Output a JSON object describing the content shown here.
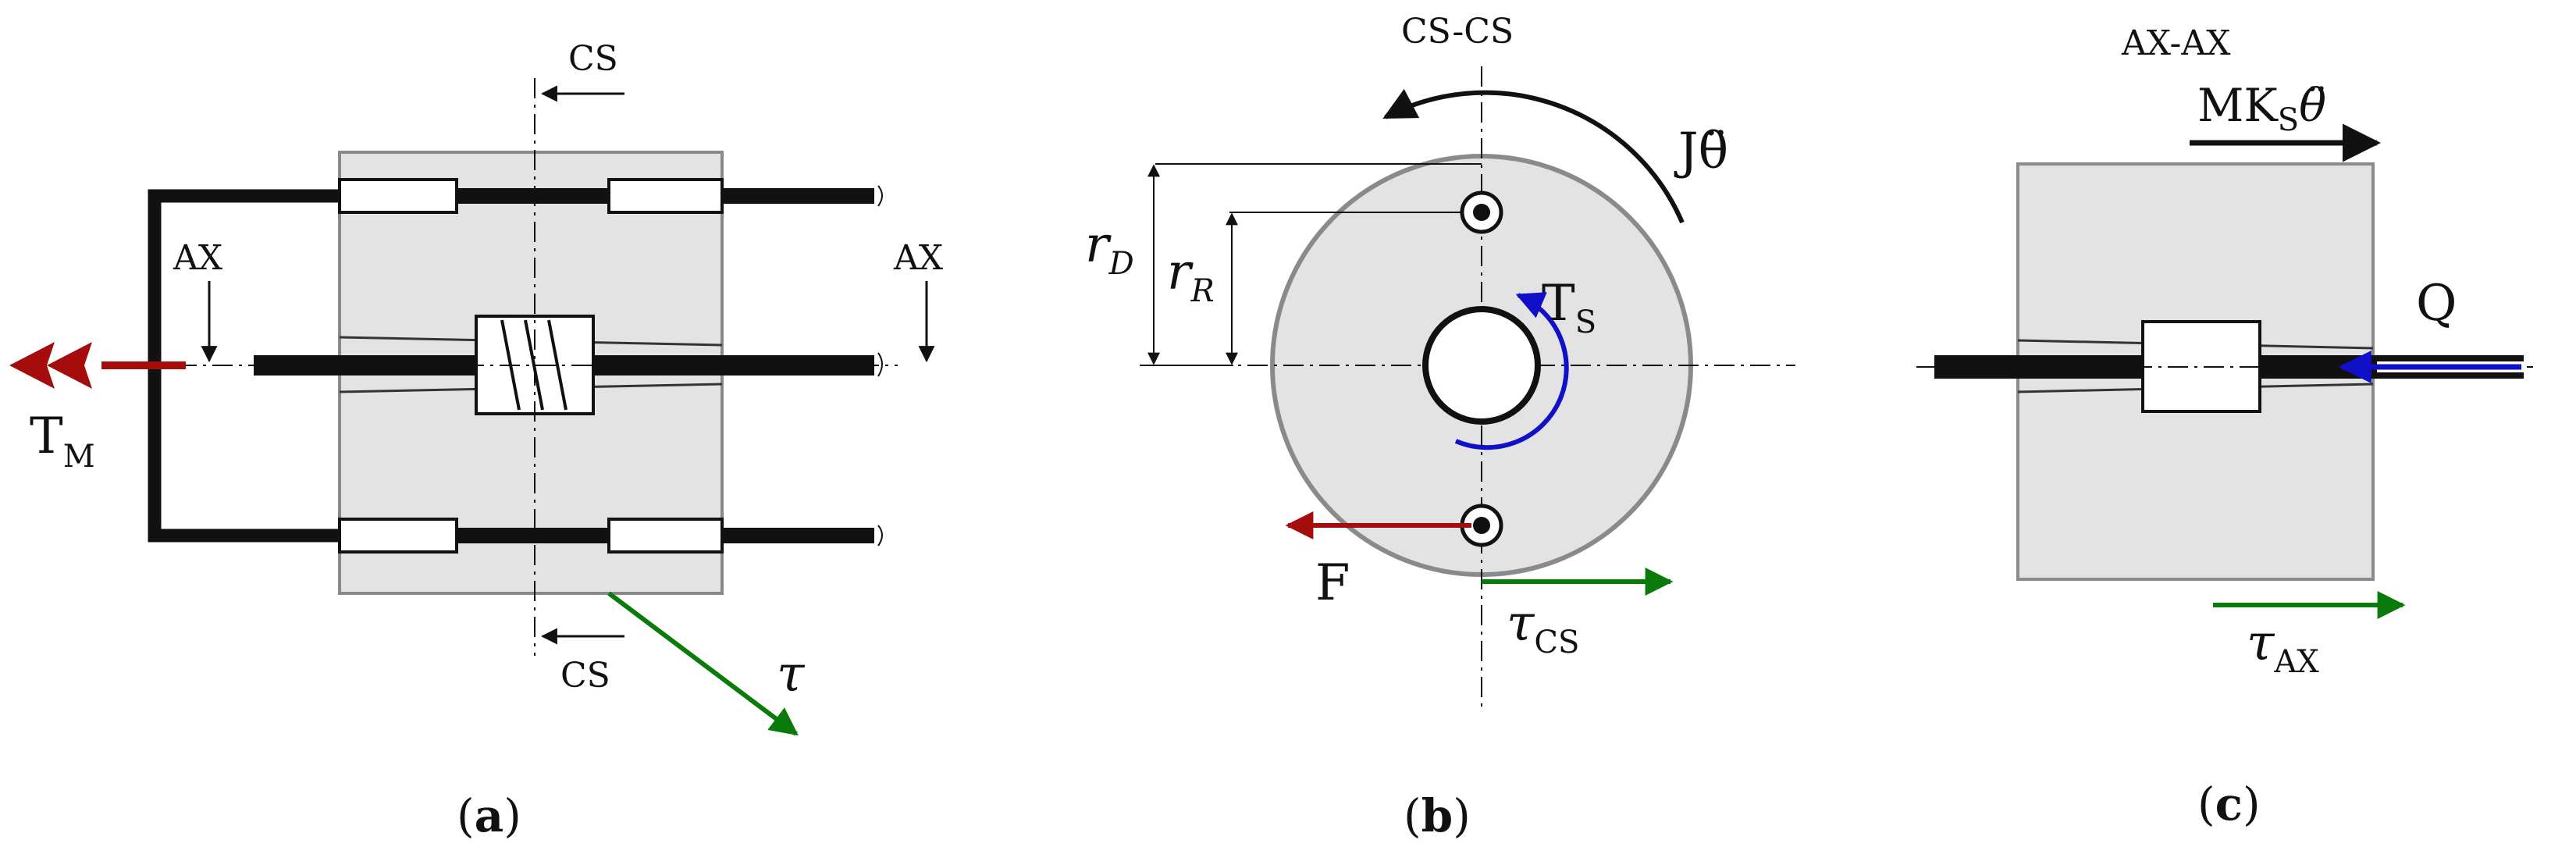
{
  "colors": {
    "red": "#a50d0d",
    "green": "#0a7a0a",
    "blue": "#1010c8",
    "gray_fill": "#e3e3e3",
    "gray_stroke": "#8a8a8a",
    "black": "#111111"
  },
  "panel_a": {
    "cs_top": "CS",
    "cs_bottom": "CS",
    "ax_left": "AX",
    "ax_right": "AX",
    "torque_main": "T",
    "torque_sub": "M",
    "tau": "τ",
    "label_open": "(",
    "label_letter": "a",
    "label_close": ")"
  },
  "panel_b": {
    "section_title": "CS-CS",
    "inertia": "Jθ̈",
    "rd_main": "r",
    "rd_sub": "D",
    "rr_main": "r",
    "rr_sub": "R",
    "ts_main": "T",
    "ts_sub": "S",
    "force": "F",
    "tau_main": "τ",
    "tau_sub": "CS",
    "label_open": "(",
    "label_letter": "b",
    "label_close": ")"
  },
  "panel_c": {
    "section_title": "AX-AX",
    "mk_main": "MK",
    "mk_sub": "S",
    "mk_tail": "θ̈",
    "q": "Q",
    "tau_main": "τ",
    "tau_sub": "AX",
    "label_open": "(",
    "label_letter": "c",
    "label_close": ")"
  }
}
